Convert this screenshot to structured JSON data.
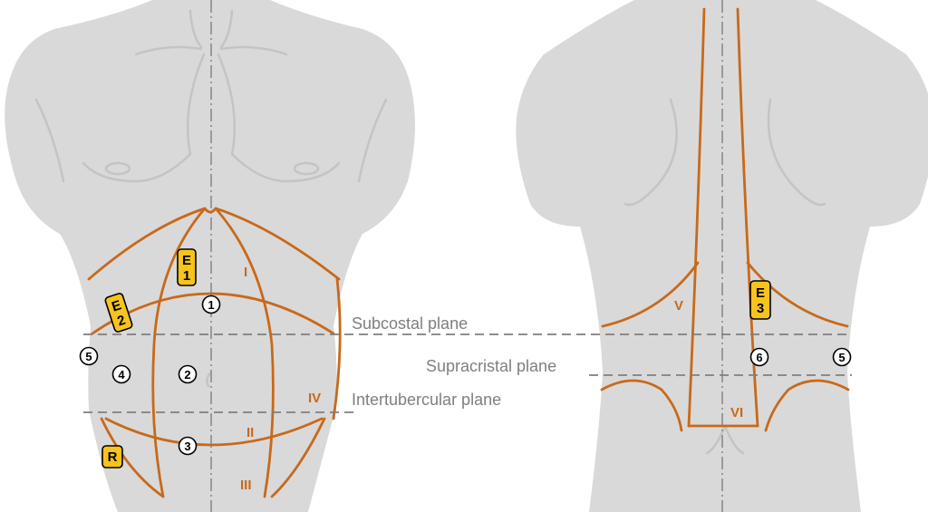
{
  "planes": {
    "subcostal": "Subcostal plane",
    "supracristal": "Supracristal plane",
    "intertubercular": "Intertubercular plane"
  },
  "regions": {
    "I": "I",
    "II": "II",
    "III": "III",
    "IV": "IV",
    "V": "V",
    "VI": "VI"
  },
  "points": {
    "p1": "1",
    "p2": "2",
    "p3": "3",
    "p4": "4",
    "p5_front": "5",
    "p5_back": "5",
    "p6": "6"
  },
  "badges": {
    "E1": [
      "E",
      "1"
    ],
    "E2": [
      "E",
      "2"
    ],
    "E3": [
      "E",
      "3"
    ],
    "R": "R"
  },
  "colors": {
    "body": "#d9d9d9",
    "incision_lines": "#c8691a",
    "badge": "#f7c31d",
    "plane_lines": "#7f7f7f"
  }
}
